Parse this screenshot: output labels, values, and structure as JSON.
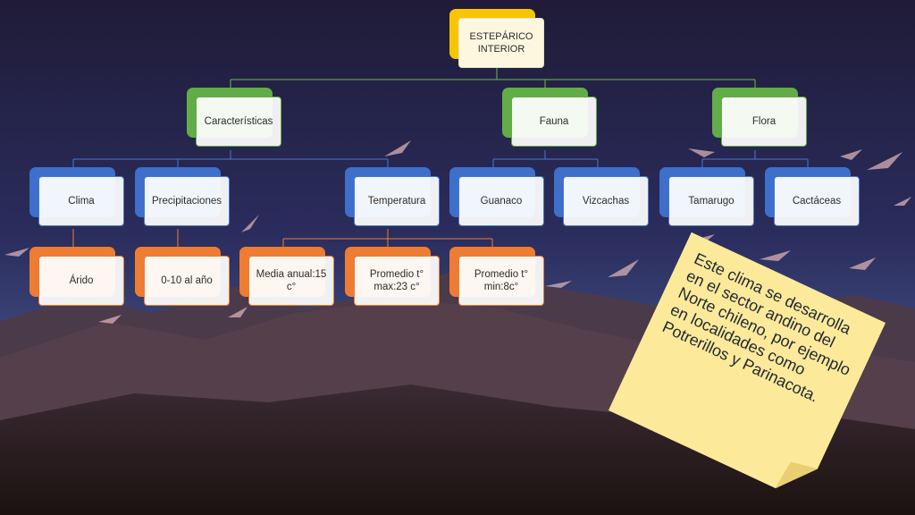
{
  "diagram": {
    "root": {
      "label": "ESTEPÁRICO INTERIOR"
    },
    "nodes": {
      "caracteristicas": "Características",
      "fauna": "Fauna",
      "flora": "Flora",
      "clima": "Clima",
      "precipitaciones": "Precipitaciones",
      "temperatura": "Temperatura",
      "guanaco": "Guanaco",
      "vizcachas": "Vizcachas",
      "tamarugo": "Tamarugo",
      "cactaceas": "Cactáceas",
      "arido": "Árido",
      "precip_valor": "0-10 al año",
      "media_anual": "Media anual:15 c°",
      "promedio_max": "Promedio t° max:23 c°",
      "promedio_min": "Promedio t° min:8c°"
    }
  },
  "note": {
    "text": "Este clima se desarrolla en el sector andino del Norte chileno, por ejemplo en localidades como Potrerillos y Parinacota."
  },
  "colors": {
    "root": "#f7c600",
    "level1": "#62ad47",
    "level2": "#3d6fcb",
    "level3": "#ef7c33",
    "note": "#fde99a"
  }
}
